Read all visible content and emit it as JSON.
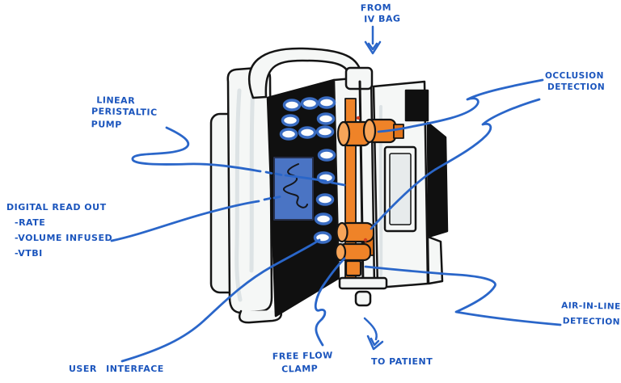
{
  "diagram": {
    "title": "IV infusion pump annotated sketch",
    "labels": {
      "from_iv_bag": {
        "lines": [
          "FROM",
          "IV BAG"
        ]
      },
      "occlusion": {
        "lines": [
          "OCCLUSION",
          "DETECTION"
        ]
      },
      "linear_pump": {
        "lines": [
          "LINEAR",
          "PERISTALTIC",
          "PUMP"
        ]
      },
      "digital_readout": {
        "title": "DIGITAL READ OUT",
        "items": [
          "-RATE",
          "-VOLUME INFUSED",
          "-VTBI"
        ]
      },
      "user_interface": {
        "lines": [
          "USER INTERFACE"
        ]
      },
      "free_flow_clamp": {
        "lines": [
          "FREE FLOW",
          "CLAMP"
        ]
      },
      "to_patient": {
        "lines": [
          "TO PATIENT"
        ]
      },
      "air_in_line": {
        "lines": [
          "AIR-IN-LINE",
          "DETECTION"
        ]
      }
    },
    "colors": {
      "annotation_ink": "#1b55bd",
      "leader_line": "#2a66c9",
      "outline": "#141414",
      "front_panel": "#101010",
      "screen_blue": "#4a74c4",
      "button_blue": "#3a6cc2",
      "tubing_orange": "#ef8328",
      "tubing_orange_dark": "#e2741a",
      "body_white": "#f5f7f6"
    }
  }
}
